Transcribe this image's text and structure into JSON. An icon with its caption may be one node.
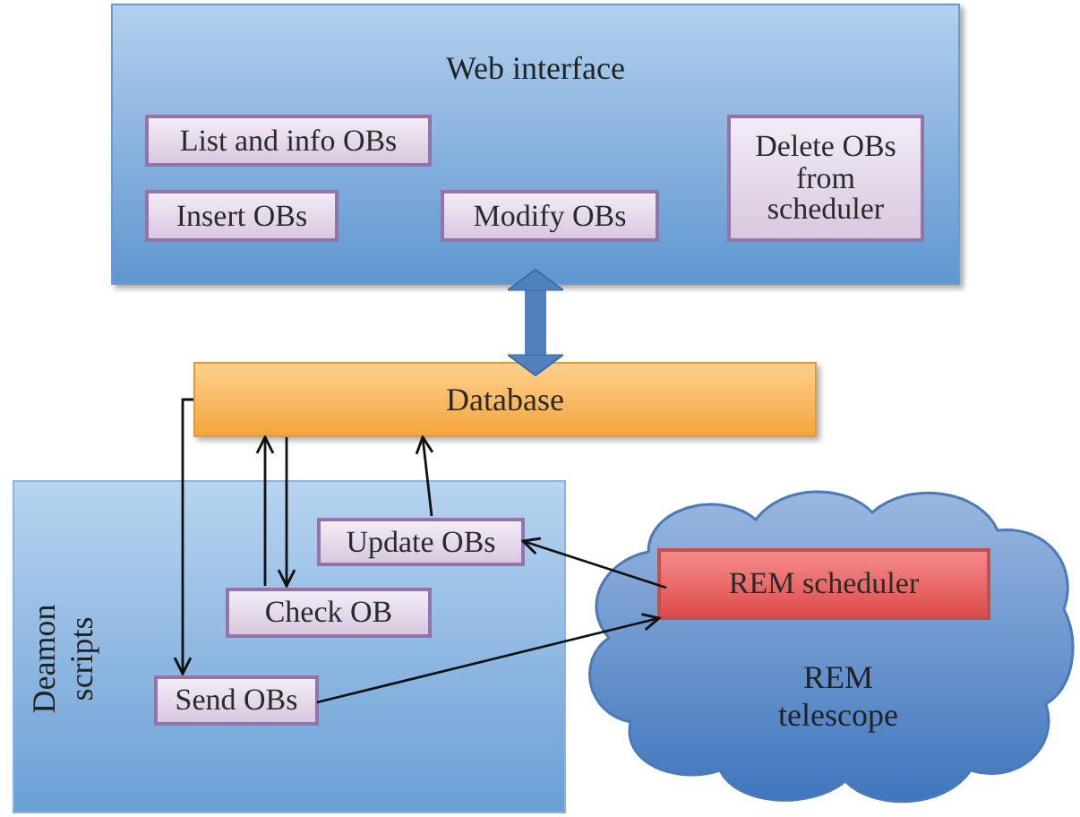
{
  "diagram": {
    "nodes": [
      {
        "text": [
          "Web interface"
        ]
      },
      {
        "text": [
          "List and info OBs"
        ],
        "in": 0
      },
      {
        "text": [
          "Insert OBs"
        ],
        "in": 0
      },
      {
        "text": [
          "Modify OBs"
        ],
        "in": 0
      },
      {
        "text": [
          "Delete OBs from scheduler"
        ],
        "in": 0
      },
      {
        "text": [
          "Database"
        ]
      },
      {
        "text": [
          "Deamon scripts"
        ]
      },
      {
        "text": [
          "Update OBs"
        ],
        "in": 6
      },
      {
        "text": [
          "Check OB"
        ],
        "in": 6
      },
      {
        "text": [
          "Send OBs"
        ],
        "in": 6
      },
      {
        "text": [
          "REM telescope"
        ]
      },
      {
        "text": [
          "REM scheduler"
        ],
        "in": 10
      }
    ],
    "edges": [
      {
        "from": 0,
        "to": 5,
        "arrow": "both",
        "style": "thick",
        "color": "#4f81bd"
      },
      {
        "from": 5,
        "to": 9,
        "arrow": "to"
      },
      {
        "from": 8,
        "to": 5,
        "arrow": "to"
      },
      {
        "from": 5,
        "to": 8,
        "arrow": "to"
      },
      {
        "from": 7,
        "to": 5,
        "arrow": "to"
      },
      {
        "from": 11,
        "to": 7,
        "arrow": "to"
      },
      {
        "from": 9,
        "to": 11,
        "arrow": "to"
      }
    ]
  }
}
